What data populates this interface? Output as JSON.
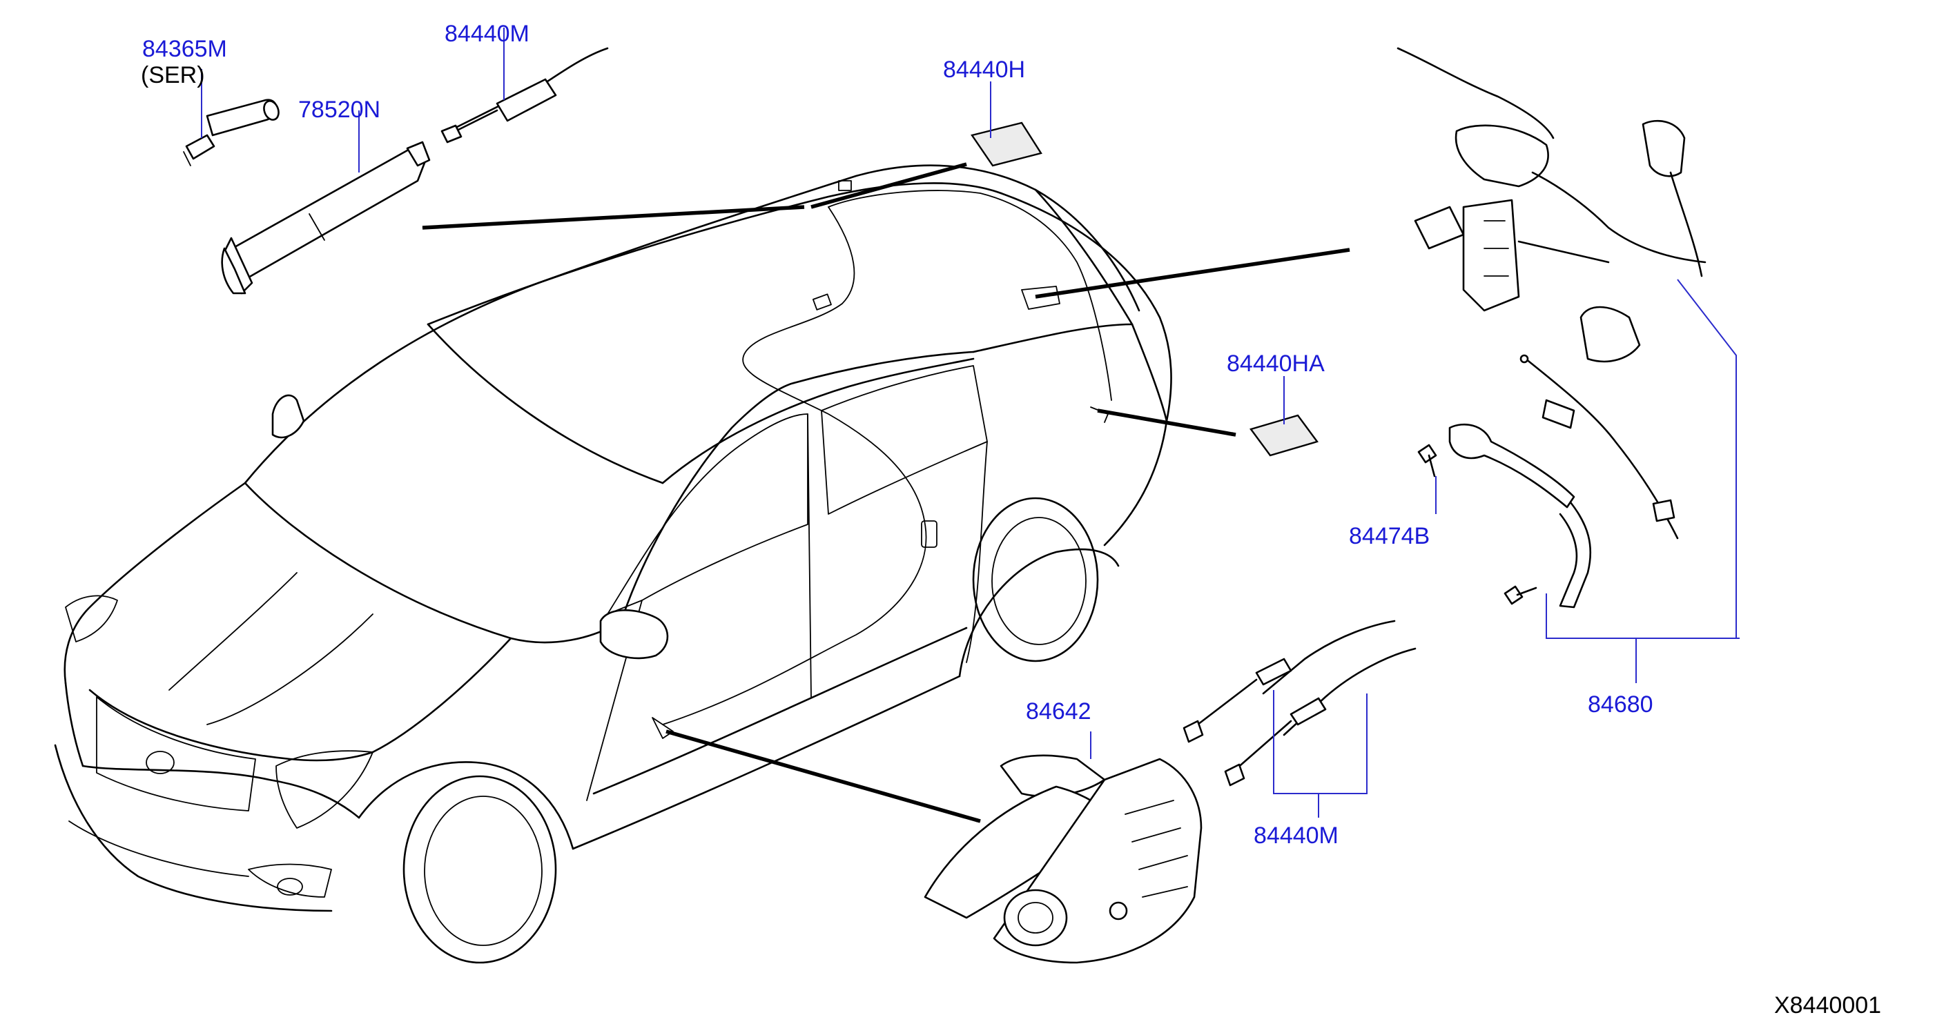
{
  "diagram": {
    "part_labels": {
      "p84365M": "84365M",
      "ser": "(SER)",
      "p84440M_top": "84440M",
      "p78520N": "78520N",
      "p84440H": "84440H",
      "p84440HA": "84440HA",
      "p84474B": "84474B",
      "p84680": "84680",
      "p84642": "84642",
      "p84440M_bottom": "84440M"
    },
    "figure_code": "X8440001",
    "colors": {
      "label": "#1a1ad6",
      "leader": "#2b2bcc",
      "line": "#000000"
    }
  }
}
